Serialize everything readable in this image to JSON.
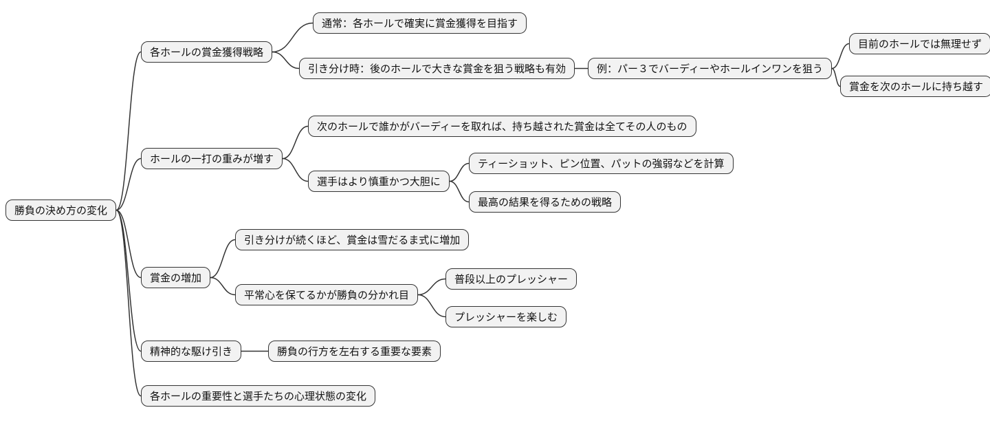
{
  "diagram": {
    "type": "mindmap",
    "direction": "left-to-right",
    "colors": {
      "background": "#ffffff",
      "node_fill": "#f2f2f2",
      "node_border": "#333333",
      "edge": "#333333",
      "text": "#111111"
    }
  },
  "mindmap": {
    "root": {
      "label": "勝負の決め方の変化",
      "children": [
        {
          "label": "各ホールの賞金獲得戦略",
          "children": [
            {
              "label": "通常：各ホールで確実に賞金獲得を目指す"
            },
            {
              "label": "引き分け時：後のホールで大きな賞金を狙う戦略も有効",
              "children": [
                {
                  "label": "例：パー３でバーディーやホールインワンを狙う",
                  "children": [
                    {
                      "label": "目前のホールでは無理せず"
                    },
                    {
                      "label": "賞金を次のホールに持ち越す"
                    }
                  ]
                }
              ]
            }
          ]
        },
        {
          "label": "ホールの一打の重みが増す",
          "children": [
            {
              "label": "次のホールで誰かがバーディーを取れば、持ち越された賞金は全てその人のもの"
            },
            {
              "label": "選手はより慎重かつ大胆に",
              "children": [
                {
                  "label": "ティーショット、ピン位置、パットの強弱などを計算"
                },
                {
                  "label": "最高の結果を得るための戦略"
                }
              ]
            }
          ]
        },
        {
          "label": "賞金の増加",
          "children": [
            {
              "label": "引き分けが続くほど、賞金は雪だるま式に増加"
            },
            {
              "label": "平常心を保てるかが勝負の分かれ目",
              "children": [
                {
                  "label": "普段以上のプレッシャー"
                },
                {
                  "label": "プレッシャーを楽しむ"
                }
              ]
            }
          ]
        },
        {
          "label": "精神的な駆け引き",
          "children": [
            {
              "label": "勝負の行方を左右する重要な要素"
            }
          ]
        },
        {
          "label": "各ホールの重要性と選手たちの心理状態の変化"
        }
      ]
    }
  }
}
